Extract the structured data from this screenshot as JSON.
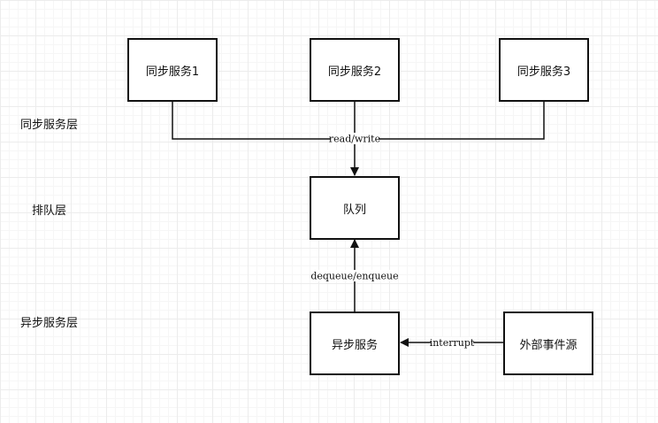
{
  "layers": {
    "sync_layer": "同步服务层",
    "queue_layer": "排队层",
    "async_layer": "异步服务层"
  },
  "nodes": {
    "sync1": "同步服务1",
    "sync2": "同步服务2",
    "sync3": "同步服务3",
    "queue": "队列",
    "async": "异步服务",
    "external": "外部事件源"
  },
  "edges": {
    "read_write": "read/write",
    "dequeue_enqueue": "dequeue/enqueue",
    "interrupt": "interrupt"
  }
}
